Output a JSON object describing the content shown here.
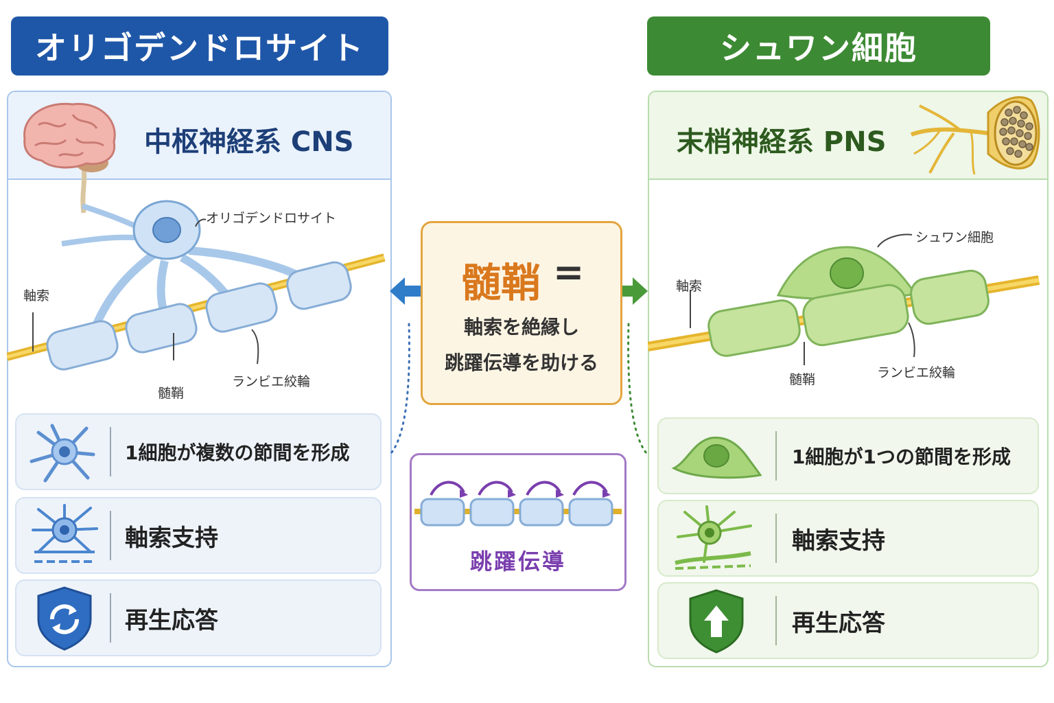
{
  "left": {
    "banner": "オリゴデンドロサイト",
    "system_title": "中枢神経系 CNS",
    "labels": {
      "cell": "オリゴデンドロサイト",
      "axon": "軸索",
      "myelin": "髄鞘",
      "node": "ランビエ絞輪"
    },
    "features": [
      {
        "icon": "oligodendrocyte-icon",
        "text": "1細胞が複数の節間を形成"
      },
      {
        "icon": "astrocyte-support-icon",
        "text": "軸索支持"
      },
      {
        "icon": "shield-refresh-icon",
        "text": "再生応答"
      }
    ],
    "accent": "#1f57a8"
  },
  "right": {
    "banner": "シュワン細胞",
    "system_title": "末梢神経系 PNS",
    "labels": {
      "cell": "シュワン細胞",
      "axon": "軸索",
      "myelin": "髄鞘",
      "node": "ランビエ絞輪"
    },
    "features": [
      {
        "icon": "schwann-cell-icon",
        "text": "1細胞が1つの節間を形成"
      },
      {
        "icon": "neuron-support-icon",
        "text": "軸索支持"
      },
      {
        "icon": "shield-arrow-up-icon",
        "text": "再生応答"
      }
    ],
    "accent": "#3d8a34"
  },
  "center": {
    "title": "髄鞘",
    "equals": "=",
    "desc_line1": "軸索を絶縁し",
    "desc_line2": "跳躍伝導を助ける",
    "accent": "#d9781d"
  },
  "saltatory": {
    "label": "跳躍伝導",
    "accent": "#7a3fae"
  }
}
